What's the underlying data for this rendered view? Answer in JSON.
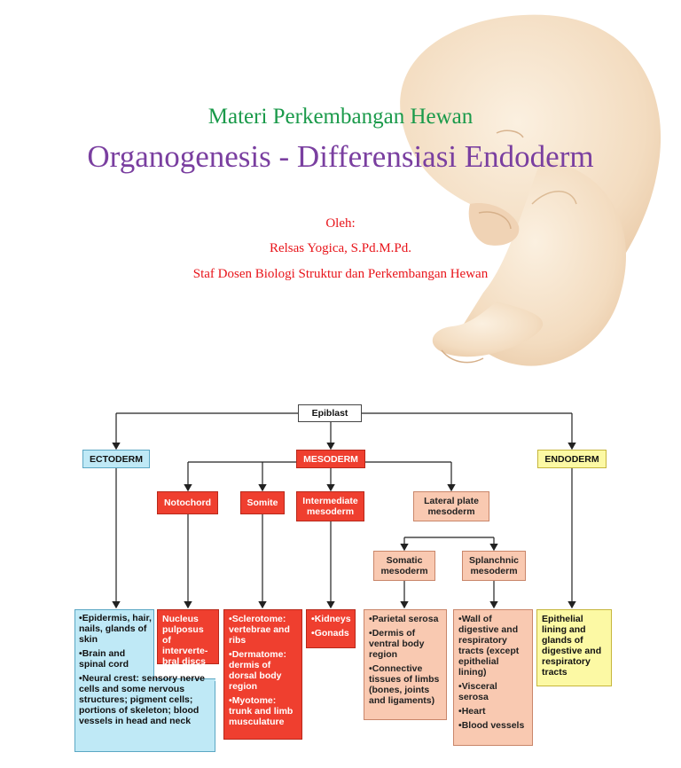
{
  "slide": {
    "subtitle": "Materi Perkembangan Hewan",
    "title": "Organogenesis - Differensiasi Endoderm",
    "by_label": "Oleh:",
    "author": "Relsas Yogica, S.Pd.M.Pd.",
    "affiliation": "Staf Dosen Biologi Struktur dan Perkembangan Hewan"
  },
  "diagram": {
    "epiblast": "Epiblast",
    "ectoderm": "ECTODERM",
    "mesoderm": "MESODERM",
    "endoderm": "ENDODERM",
    "notochord": "Notochord",
    "somite": "Somite",
    "intermediate": "Intermediate mesoderm",
    "lateral": "Lateral plate mesoderm",
    "somatic": "Somatic mesoderm",
    "splanchnic": "Splanchnic mesoderm",
    "ectoderm_items": [
      "Epidermis, hair, nails, glands of skin",
      "Brain and spinal cord",
      "Neural crest: sensory nerve cells and some nervous structures; pigment cells; portions of skeleton; blood vessels in head and neck"
    ],
    "notochord_item": "Nucleus pulposus of interverte-bral discs",
    "somite_items": [
      "Sclerotome: vertebrae and ribs",
      "Dermatome: dermis of dorsal body region",
      "Myotome: trunk and limb musculature"
    ],
    "intermediate_items": [
      "Kidneys",
      "Gonads"
    ],
    "somatic_items": [
      "Parietal serosa",
      "Dermis of ventral body region",
      "Connective tissues of limbs (bones, joints and ligaments)"
    ],
    "splanchnic_items": [
      "Wall of digestive and respiratory tracts (except epithelial lining)",
      "Visceral serosa",
      "Heart",
      "Blood vessels"
    ],
    "endoderm_item": "Epithelial lining and glands of digestive and respiratory tracts"
  },
  "colors": {
    "subtitle": "#1a9a4a",
    "title": "#7a3fa0",
    "author_text": "#e8141a",
    "mesoderm_red": "#ef3f2f",
    "lateral_peach": "#f9c9b1",
    "ectoderm_cyan": "#bfe9f6",
    "endoderm_yellow": "#fcf9a4"
  }
}
